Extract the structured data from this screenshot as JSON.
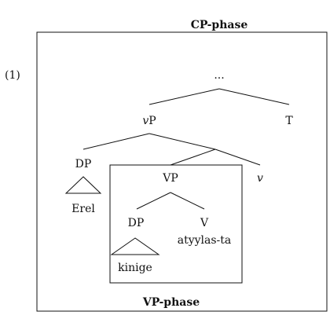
{
  "example_number": "(1)",
  "phases": {
    "cp_label": "CP-phase",
    "vp_label": "VP-phase"
  },
  "tree": {
    "ellipsis": "...",
    "vp_little_v": "v",
    "vp_little_p": "P",
    "t": "T",
    "dp_outer": "DP",
    "dp_outer_word": "Erel",
    "vp": "VP",
    "v_head_italic": "v",
    "dp_inner": "DP",
    "dp_inner_word": "kinige",
    "v": "V",
    "v_word": "atyylas-ta"
  }
}
